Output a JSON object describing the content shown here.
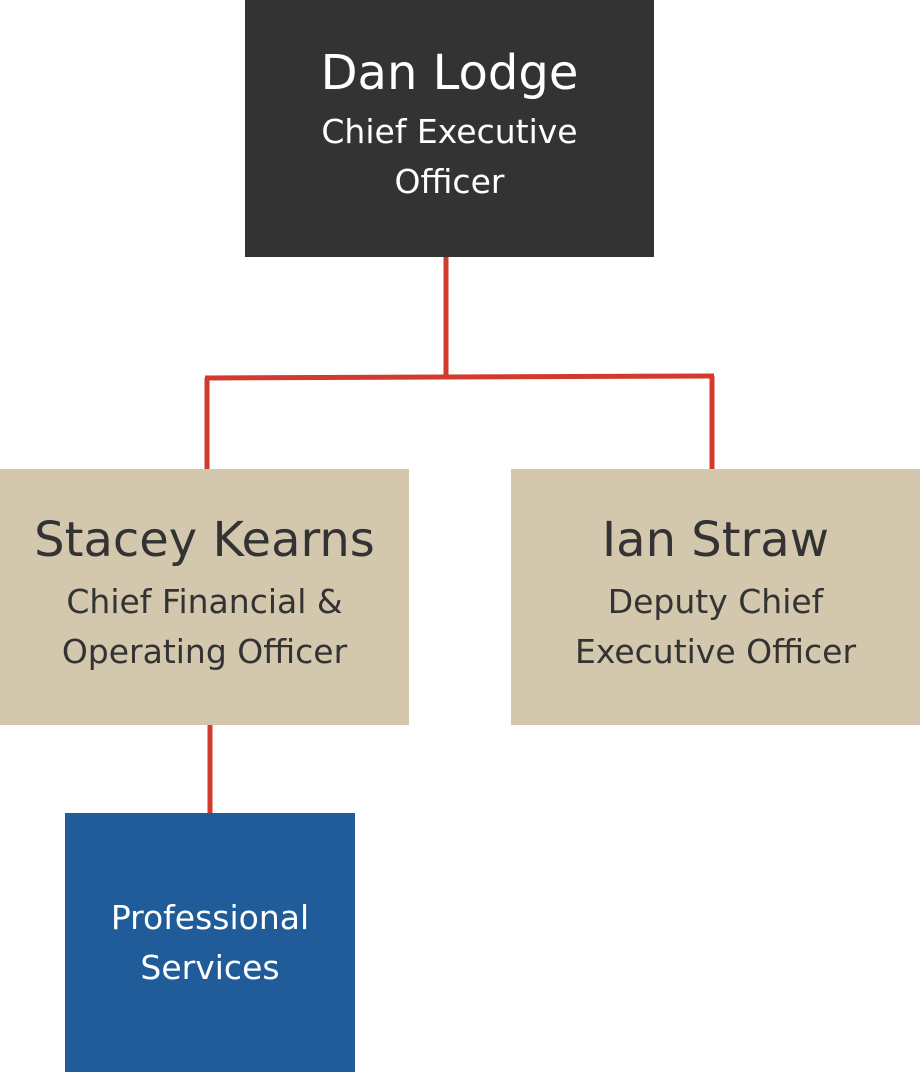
{
  "colors": {
    "ceo_box": "#333333",
    "director_box": "#d3c7ad",
    "department_box": "#1f5c99",
    "connector": "#d23a2e"
  },
  "ceo": {
    "name": "Dan Lodge",
    "role": "Chief Executive Officer"
  },
  "reports": [
    {
      "name": "Stacey Kearns",
      "role": "Chief Financial & Operating Officer"
    },
    {
      "name": "Ian Straw",
      "role": "Deputy Chief Executive Officer"
    }
  ],
  "department": {
    "label": "Professional Services"
  }
}
